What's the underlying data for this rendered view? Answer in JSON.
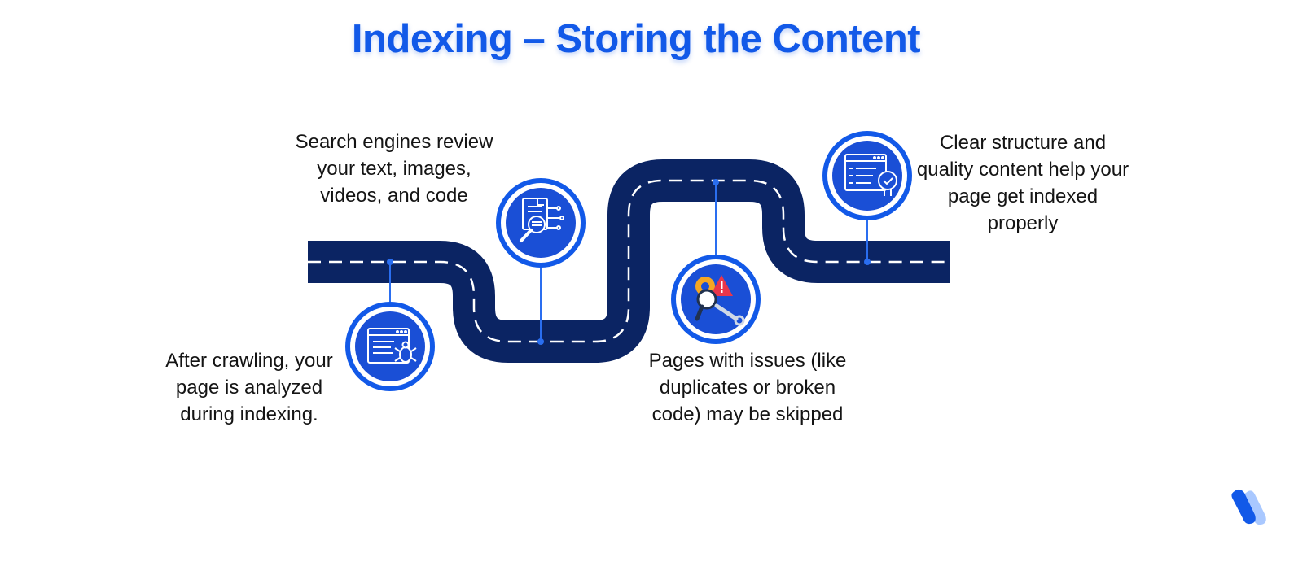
{
  "title": "Indexing – Storing the Content",
  "steps": [
    {
      "caption": "After crawling, your page is analyzed during indexing.",
      "icon": "browser-bug-icon"
    },
    {
      "caption": "Search engines review your text, images, videos, and code",
      "icon": "document-magnifier-icon"
    },
    {
      "caption": "Pages with issues (like duplicates or broken code) may be skipped",
      "icon": "gear-warning-wrench-icon"
    },
    {
      "caption": "Clear structure and quality content help your page get indexed properly",
      "icon": "checklist-verified-icon"
    }
  ],
  "colors": {
    "road": "#0b2463",
    "accent": "#1259e8",
    "badge_inner": "#1a4fd6",
    "text": "#141414",
    "logo_dark": "#1259e8",
    "logo_light": "#a9c8ff"
  }
}
